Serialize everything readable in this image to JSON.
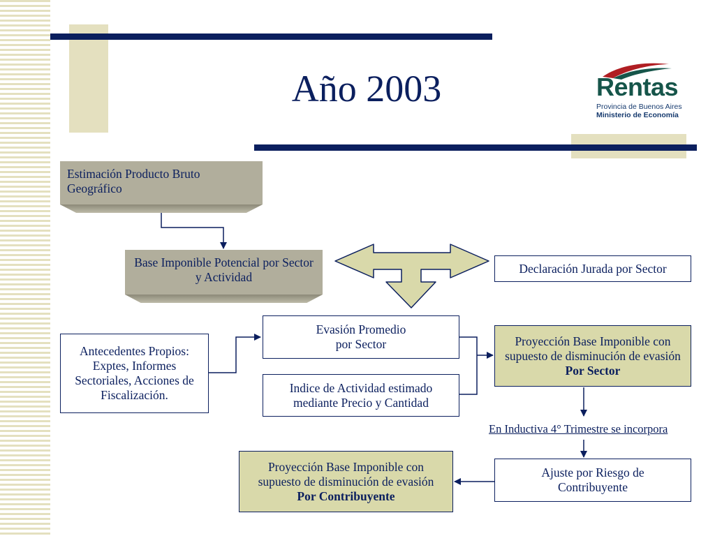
{
  "slide": {
    "title": "Año 2003"
  },
  "logo": {
    "word": "Rentas",
    "line1": "Provincia de Buenos Aires",
    "line2": "Ministerio de Economía"
  },
  "boxes": {
    "estimacion": "Estimación  Producto Bruto Geográfico",
    "base_imponible": "Base Imponible Potencial por Sector y Actividad",
    "declaracion": "Declaración Jurada por Sector",
    "antecedentes": "Antecedentes Propios: Exptes, Informes Sectoriales, Acciones de Fiscalización.",
    "evasion_line1": "Evasión Promedio",
    "evasion_line2": "por Sector",
    "indice": "Indice de Actividad estimado mediante Precio y Cantidad",
    "proy_sector_text": "Proyección Base Imponible con supuesto de disminución de evasión",
    "proy_sector_bold": "Por Sector",
    "ajuste": "Ajuste por Riesgo de Contribuyente",
    "proy_contrib_text": "Proyección Base Imponible con supuesto de disminución de evasión",
    "proy_contrib_bold": "Por Contribuyente"
  },
  "note": "En Inductiva  4° Trimestre se incorpora",
  "colors": {
    "navy": "#0b1f5e",
    "olive_fill": "#d9d9aa",
    "gray_fill": "#b1ae9c",
    "tan_accent": "#e4e0bf",
    "logo_green": "#16554a",
    "logo_red": "#b01e23"
  }
}
